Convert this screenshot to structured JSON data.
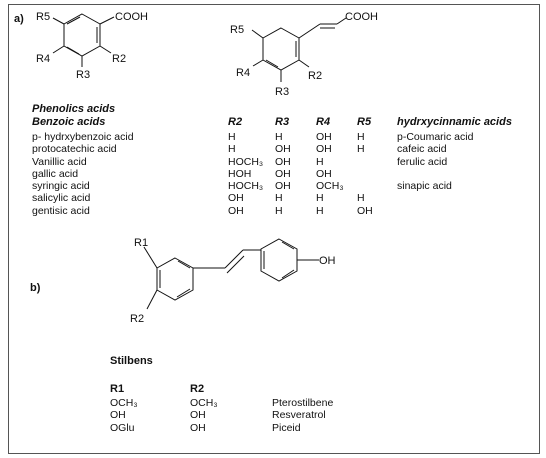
{
  "panel_a": {
    "label": "a)",
    "struct1": {
      "r5": "R5",
      "r4": "R4",
      "r3": "R3",
      "r2": "R2",
      "acid": "COOH"
    },
    "struct2": {
      "r5": "R5",
      "r4": "R4",
      "r3": "R3",
      "r2": "R2",
      "acid": "COOH"
    },
    "section_title": "Phenolics acids",
    "headers": {
      "benzoic": "Benzoic acids",
      "r2": "R2",
      "r3": "R3",
      "r4": "R4",
      "r5": "R5",
      "hydrox": "hydrxycinnamic acids"
    },
    "rows": [
      {
        "name": "p- hydrxybenzoic acid",
        "r2": "H",
        "r3": "H",
        "r4": "OH",
        "r5": "H",
        "cinnamic": "p-Coumaric acid"
      },
      {
        "name": "protocatechic acid",
        "r2": "H",
        "r3": "OH",
        "r4": "OH",
        "r5": "H",
        "cinnamic": "cafeic acid"
      },
      {
        "name": "Vanillic acid",
        "r2": "HOCH₃",
        "r3": "OH",
        "r4": "H",
        "r5": "",
        "cinnamic": "ferulic acid"
      },
      {
        "name": "gallic acid",
        "r2": "HOH",
        "r3": "OH",
        "r4": "OH",
        "r5": "",
        "cinnamic": ""
      },
      {
        "name": "syringic acid",
        "r2": "HOCH₃",
        "r3": "OH",
        "r4": "OCH₃",
        "r5": "",
        "cinnamic": "sinapic acid"
      },
      {
        "name": "salicylic acid",
        "r2": "OH",
        "r3": "H",
        "r4": "H",
        "r5": "H",
        "cinnamic": ""
      },
      {
        "name": "gentisic acid",
        "r2": "OH",
        "r3": "H",
        "r4": "H",
        "r5": "OH",
        "cinnamic": ""
      }
    ]
  },
  "panel_b": {
    "label": "b)",
    "struct": {
      "r1": "R1",
      "r2": "R2",
      "oh": "OH"
    },
    "section_title": "Stilbens",
    "headers": {
      "r1": "R1",
      "r2": "R2"
    },
    "rows": [
      {
        "r1": "OCH₃",
        "r2": "OCH₃",
        "name": "Pterostilbene"
      },
      {
        "r1": "OH",
        "r2": "OH",
        "name": "Resveratrol"
      },
      {
        "r1": "OGlu",
        "r2": "OH",
        "name": "Piceid"
      }
    ]
  }
}
